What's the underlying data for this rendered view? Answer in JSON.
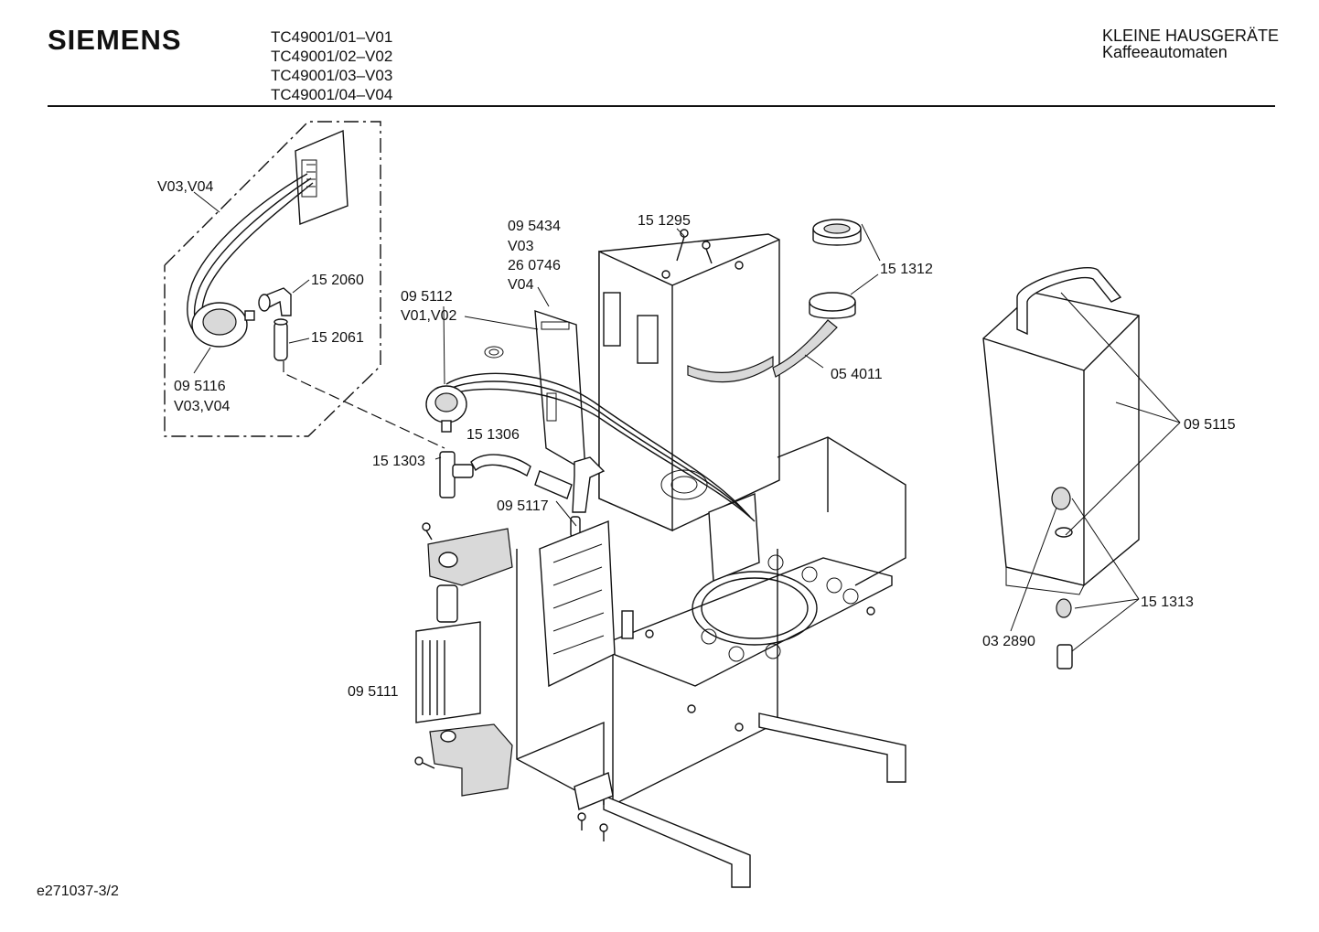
{
  "header": {
    "brand": "SIEMENS",
    "models": [
      "TC49001/01–V01",
      "TC49001/02–V02",
      "TC49001/03–V03",
      "TC49001/04–V04"
    ],
    "category": "KLEINE HAUSGERÄTE",
    "subcategory": "Kaffeeautomaten"
  },
  "footer": {
    "drawing_id": "e271037-3/2"
  },
  "callouts": {
    "v03_v04_top": "V03,V04",
    "p152060": "15 2060",
    "p152061": "15 2061",
    "p095116": "09 5116",
    "v03_v04_bottom": "V03,V04",
    "p095112": "09 5112",
    "v01_v02": "V01,V02",
    "p095434": "09 5434",
    "v03": "V03",
    "p260746": "26 0746",
    "v04": "V04",
    "p151295": "15 1295",
    "p151312": "15 1312",
    "p054011": "05 4011",
    "p151306": "15 1306",
    "p151303": "15 1303",
    "p095117": "09 5117",
    "p095111": "09 5111",
    "p095115": "09 5115",
    "p151313": "15 1313",
    "p032890": "03 2890"
  }
}
